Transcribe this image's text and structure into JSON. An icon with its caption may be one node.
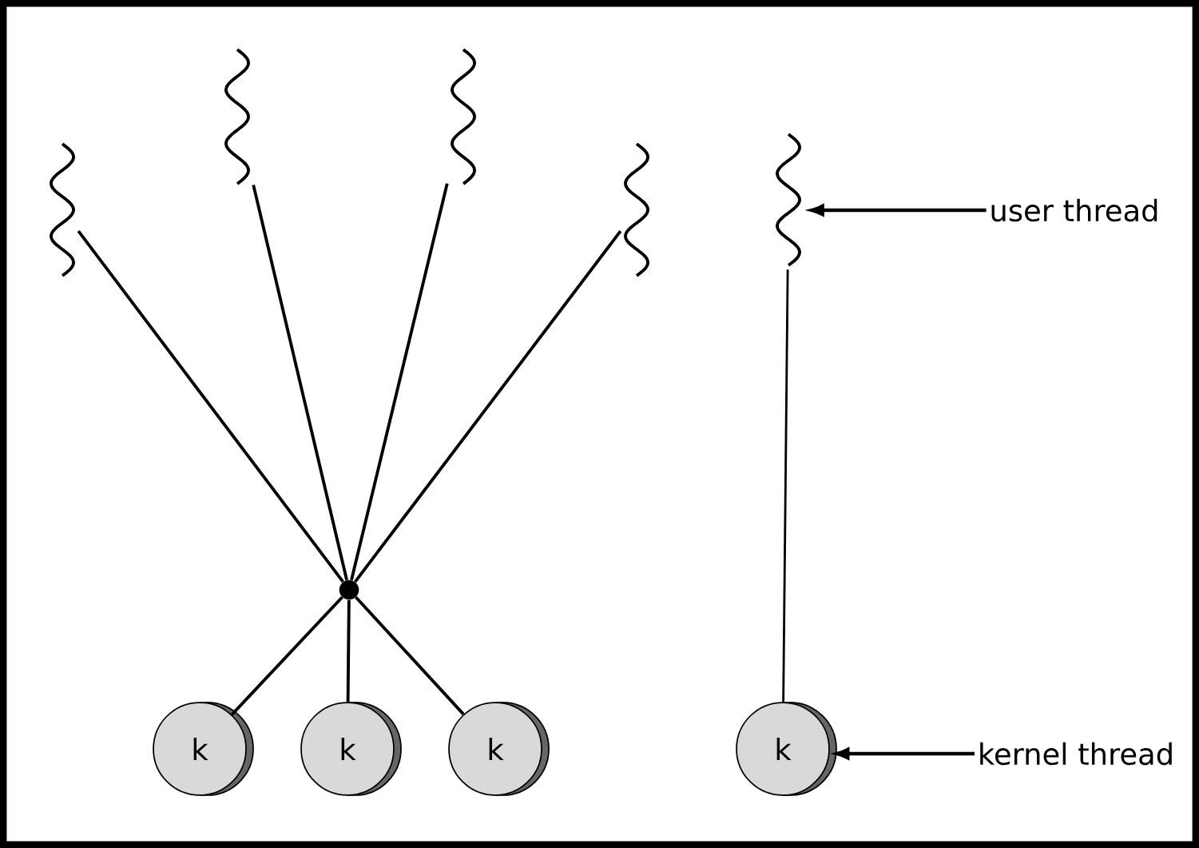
{
  "diagram": {
    "nodes": [
      {
        "text": [],
        "shape": "wave"
      },
      {
        "text": [],
        "shape": "wave"
      },
      {
        "text": [],
        "shape": "wave"
      },
      {
        "text": [],
        "shape": "wave"
      },
      {
        "text": [],
        "shape": "wave"
      },
      {
        "text": [
          "user thread"
        ]
      },
      {
        "text": [],
        "shape": "circle"
      },
      {
        "text": [
          "k"
        ]
      },
      {
        "text": [
          "k"
        ]
      },
      {
        "text": [
          "k"
        ]
      },
      {
        "text": [
          "k"
        ]
      },
      {
        "text": [
          "kernel thread"
        ]
      }
    ],
    "edges": [
      {
        "from": 0,
        "to": 6,
        "arrow": "none"
      },
      {
        "from": 1,
        "to": 6,
        "arrow": "none"
      },
      {
        "from": 2,
        "to": 6,
        "arrow": "none"
      },
      {
        "from": 3,
        "to": 6,
        "arrow": "none"
      },
      {
        "from": 6,
        "to": 7,
        "arrow": "none"
      },
      {
        "from": 6,
        "to": 8,
        "arrow": "none"
      },
      {
        "from": 6,
        "to": 9,
        "arrow": "none"
      },
      {
        "from": 4,
        "to": 10,
        "arrow": "none"
      },
      {
        "from": 5,
        "to": 4,
        "arrow": "to"
      },
      {
        "from": 11,
        "to": 10,
        "arrow": "to"
      }
    ]
  }
}
